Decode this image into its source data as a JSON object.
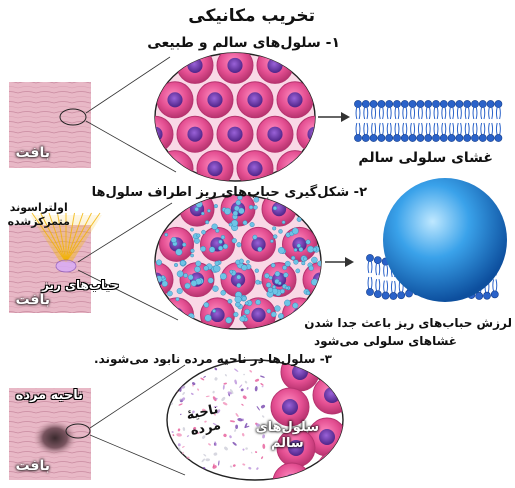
{
  "title": "تخریب مکانیکی",
  "step1": {
    "heading": "۱- سلول‌های سالم و طبیعی",
    "tissue_label": "بافت",
    "membrane_label": "غشای سلولی سالم"
  },
  "step2": {
    "heading": "۲- شکل‌گیری حباب‌های ریز اطراف سلول‌ها",
    "ultrasound_label_line1": "اولتراسوند",
    "ultrasound_label_line2": "متمرکزشده",
    "bubbles_label": "حباب‌های ریز",
    "tissue_label": "بافت",
    "caption_line1": "لرزش حباب‌های ریز باعث جدا شدن",
    "caption_line2": "غشاهای سلولی می‌شود"
  },
  "step3": {
    "heading": "۳- سلول‌ها در ناحیه مرده نابود می‌شوند.",
    "dead_zone_label": "ناحیه مرده",
    "tissue_label": "بافت",
    "dead_zone_inside_line1": "ناحیهٔ",
    "dead_zone_inside_line2": "مرده",
    "healthy_cells_line1": "سلول‌های",
    "healthy_cells_line2": "سالم"
  },
  "colors": {
    "tissue": "#e8b8c6",
    "cell": "#e44f92",
    "cell_edge": "#b7336f",
    "nucleus": "#6d3aa8",
    "membrane": "#2a62c9",
    "bubble": "#6ec4e6",
    "sphere": "#1f86d6"
  }
}
